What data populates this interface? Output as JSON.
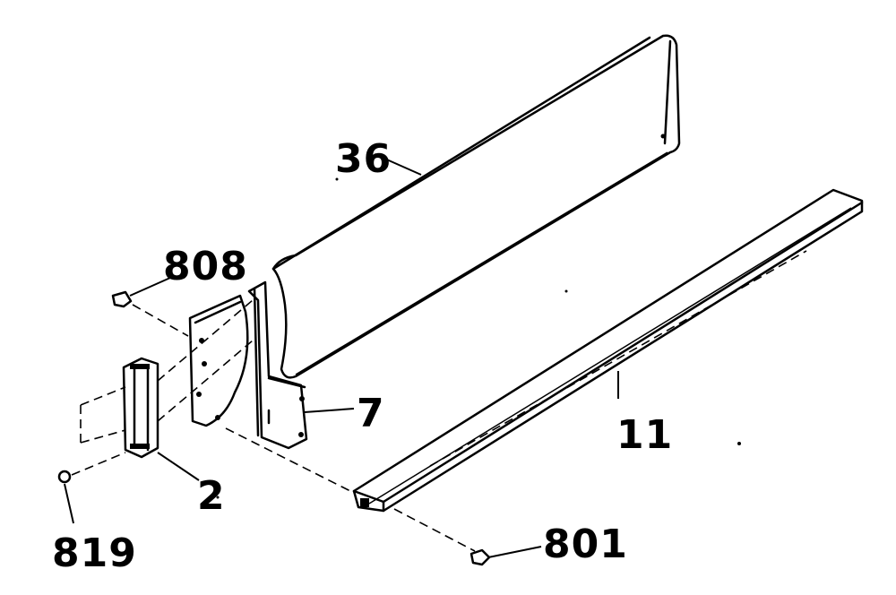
{
  "callouts": {
    "rear_panel": "36",
    "screw_top": "808",
    "bracket": "7",
    "rail": "11",
    "handle": "2",
    "screw_left": "819",
    "screw_bottom": "801"
  }
}
